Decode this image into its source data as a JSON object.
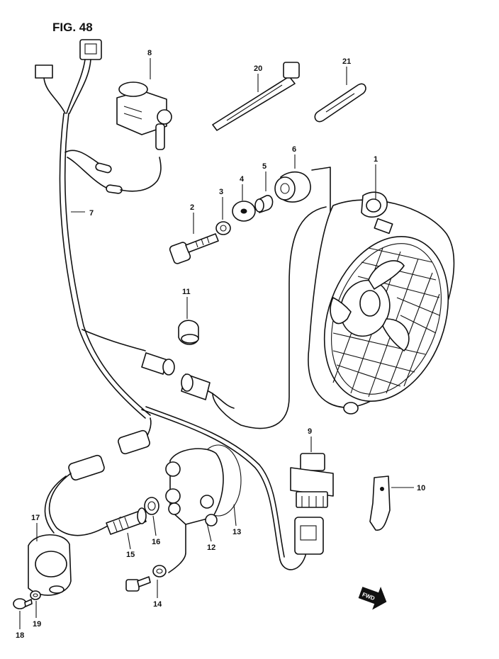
{
  "figure_title": "FIG. 48",
  "fwd_label": "FWD",
  "callouts": {
    "c1": "1",
    "c2": "2",
    "c3": "3",
    "c4": "4",
    "c5": "5",
    "c6": "6",
    "c7": "7",
    "c8": "8",
    "c9": "9",
    "c10": "10",
    "c11": "11",
    "c12": "12",
    "c13": "13",
    "c14": "14",
    "c15": "15",
    "c16": "16",
    "c17": "17",
    "c18": "18",
    "c19": "19",
    "c20": "20",
    "c21": "21"
  }
}
